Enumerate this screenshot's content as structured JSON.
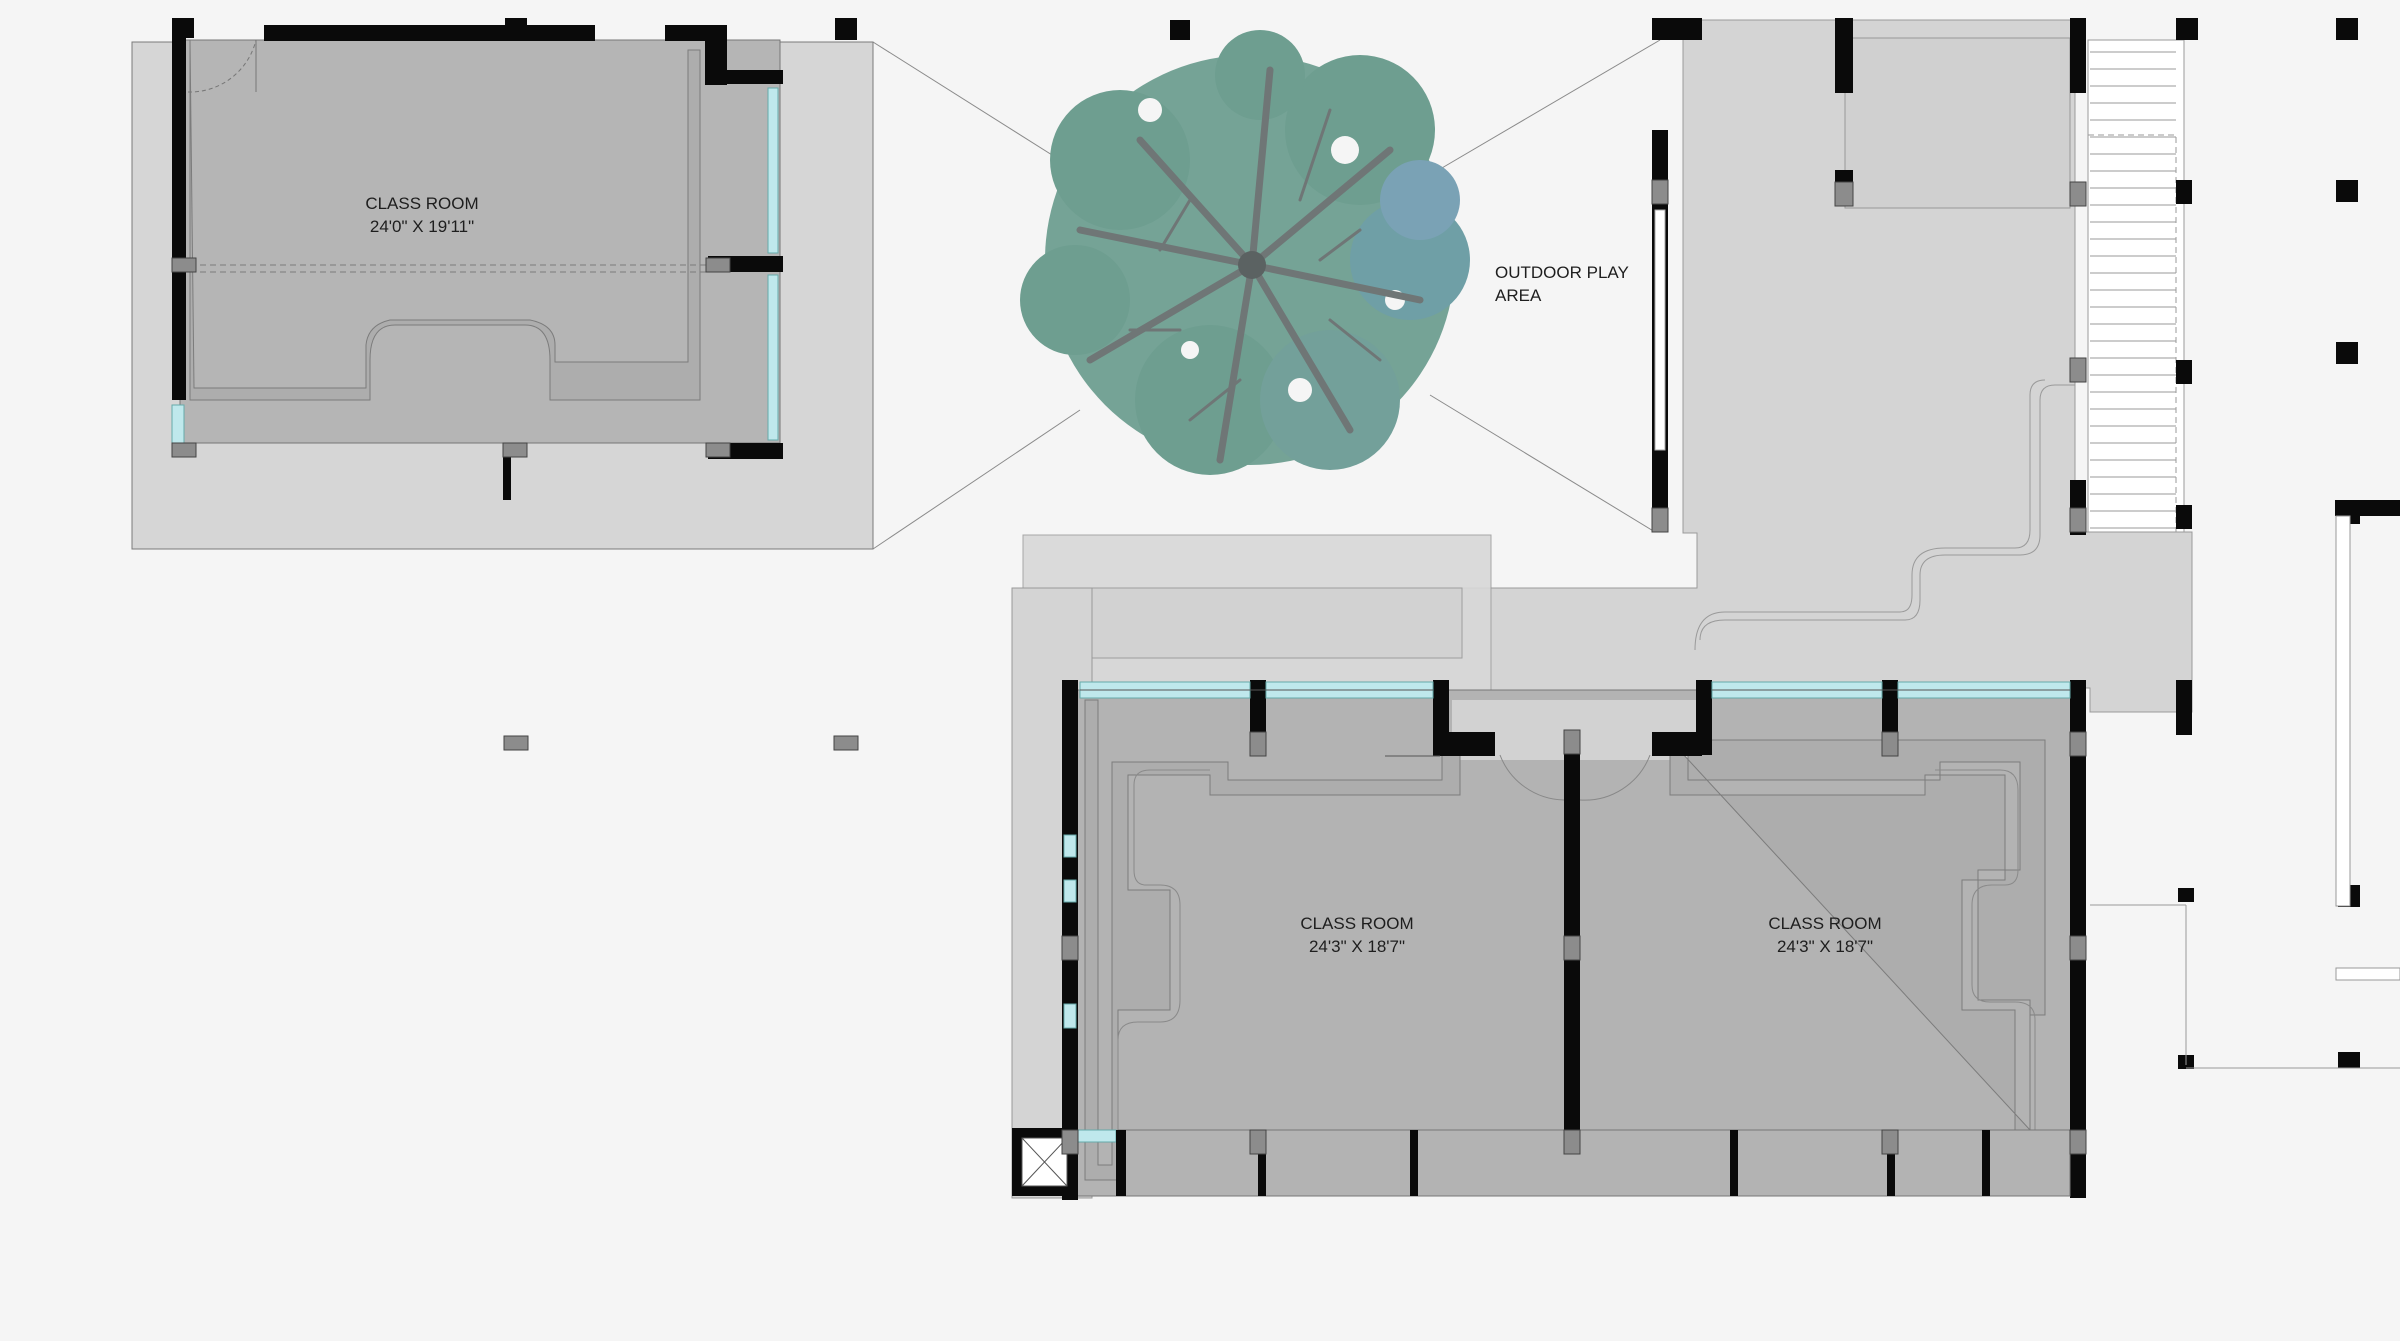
{
  "rooms": {
    "top_left": {
      "name": "CLASS ROOM",
      "size": "24'0\" X 19'11\""
    },
    "bottom_left": {
      "name": "CLASS ROOM",
      "size": "24'3\" X 18'7\""
    },
    "bottom_right": {
      "name": "CLASS ROOM",
      "size": "24'3\" X 18'7\""
    }
  },
  "outdoor": {
    "line1": "OUTDOOR PLAY",
    "line2": "AREA"
  },
  "colors": {
    "background": "#f5f5f5",
    "room_floor": "#b3b3b3",
    "corridor": "#d4d4d4",
    "wall": "#0a0a0a",
    "column": "#8c8c8c",
    "glazing": "#bfe8ec",
    "foliage": "#6e9e90",
    "branch": "#6f7676"
  },
  "icons": [
    "tree-canopy-icon",
    "column-icon",
    "glazing-icon",
    "stair-icon",
    "door-swing-icon"
  ]
}
